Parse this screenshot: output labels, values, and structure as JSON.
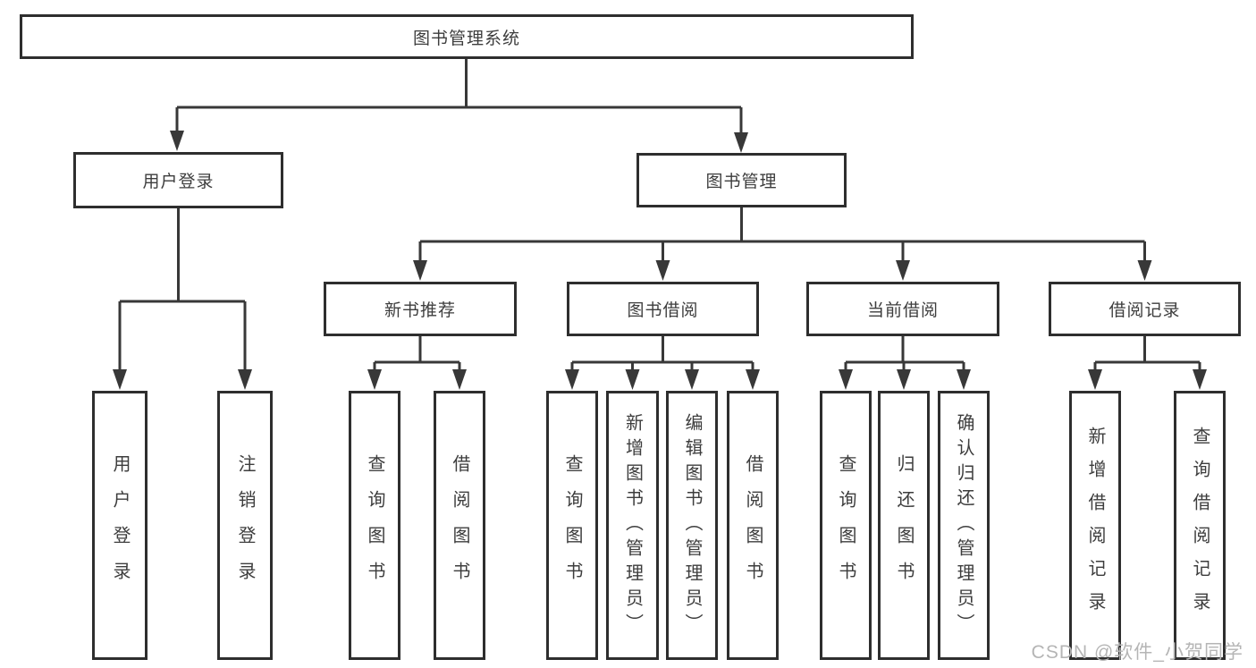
{
  "diagram": {
    "root": {
      "label": "图书管理系统",
      "children": [
        {
          "label": "用户登录",
          "children": [
            {
              "label": "用户登录"
            },
            {
              "label": "注销登录"
            }
          ]
        },
        {
          "label": "图书管理",
          "children": [
            {
              "label": "新书推荐",
              "children": [
                {
                  "label": "查询图书"
                },
                {
                  "label": "借阅图书"
                }
              ]
            },
            {
              "label": "图书借阅",
              "children": [
                {
                  "label": "查询图书"
                },
                {
                  "label": "新增图书（管理员）"
                },
                {
                  "label": "编辑图书（管理员）"
                },
                {
                  "label": "借阅图书"
                }
              ]
            },
            {
              "label": "当前借阅",
              "children": [
                {
                  "label": "查询图书"
                },
                {
                  "label": "归还图书"
                },
                {
                  "label": "确认归还（管理员）"
                }
              ]
            },
            {
              "label": "借阅记录",
              "children": [
                {
                  "label": "新增借阅记录"
                },
                {
                  "label": "查询借阅记录"
                }
              ]
            }
          ]
        }
      ]
    },
    "colors": {
      "line": "#383838",
      "box_border": "#2e2e2e",
      "box_fill": "#ffffff",
      "text": "#3d3d3d",
      "watermark": "#b5b5b5",
      "background": "#ffffff"
    }
  },
  "watermark": {
    "text": "CSDN @软件_小贺同学"
  }
}
